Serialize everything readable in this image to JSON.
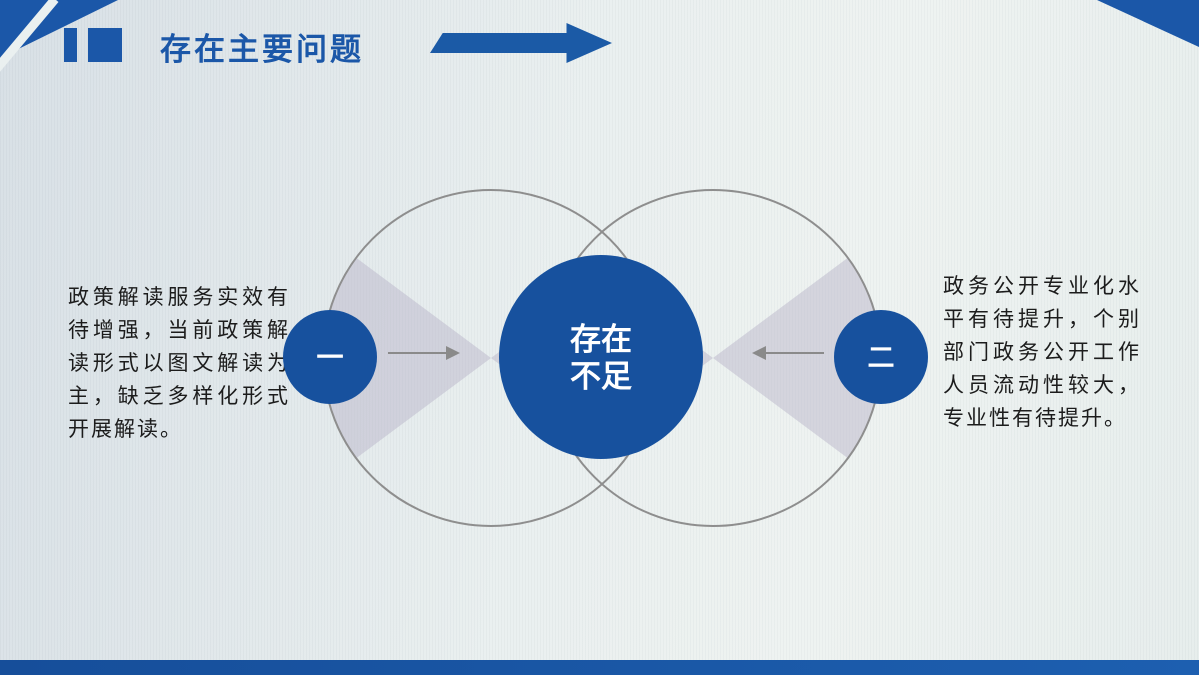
{
  "header": {
    "title": "存在主要问题"
  },
  "diagram": {
    "center_circle": {
      "line1": "存在",
      "line2": "不足"
    },
    "node_one": {
      "label": "一"
    },
    "node_two": {
      "label": "二"
    },
    "left_text": "政策解读服务实效有待增强，当前政策解读形式以图文解读为主，缺乏多样化形式开展解读。",
    "right_text": "政务公开专业化水平有待提升，个别部门政务公开工作人员流动性较大，专业性有待提升。"
  },
  "colors": {
    "primary_blue": "#17519e",
    "title_blue": "#1b57a8",
    "outline_gray": "#8e8e8e",
    "arrow_gray": "#8a8a8a",
    "bowtie_lavender": "#b9b5c9"
  }
}
